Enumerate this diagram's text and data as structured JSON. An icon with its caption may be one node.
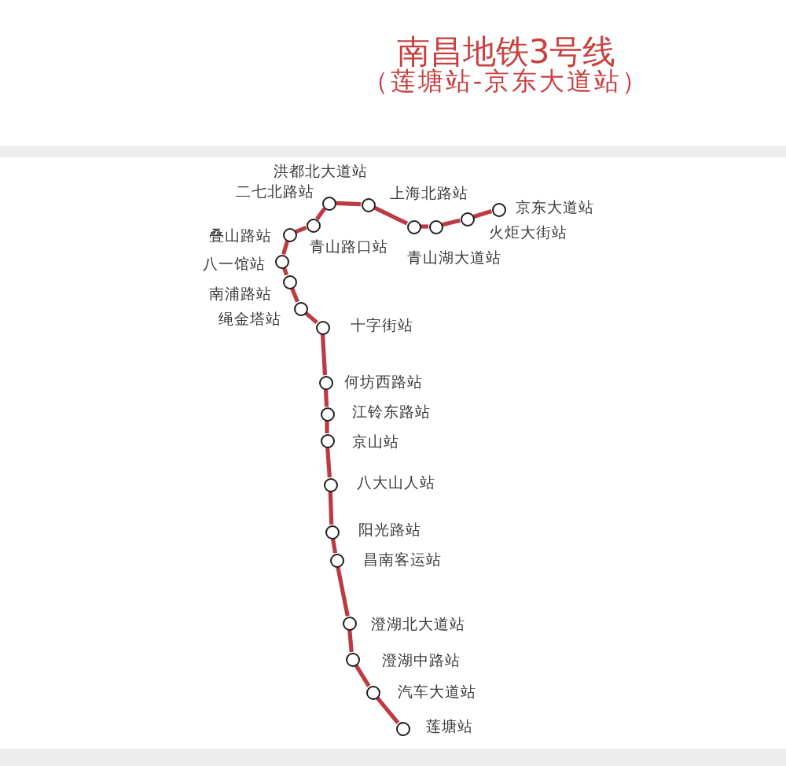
{
  "diagram": {
    "title": "南昌地铁3号线",
    "nodes": [
      {
        "text": [],
        "shape": "circle",
        "beside": [
          "京东大道站"
        ]
      },
      {
        "text": [],
        "shape": "circle",
        "beside": [
          "火炬大街站"
        ]
      },
      {
        "text": [],
        "shape": "circle",
        "beside": [
          "青山湖大道站"
        ]
      },
      {
        "text": [],
        "shape": "circle",
        "beside": [
          "上海北路站"
        ]
      },
      {
        "text": [],
        "shape": "circle",
        "beside": [
          "洪都北大道站"
        ]
      },
      {
        "text": [],
        "shape": "circle",
        "beside": [
          "二七北路站"
        ]
      },
      {
        "text": [],
        "shape": "circle",
        "beside": [
          "青山路口站"
        ]
      },
      {
        "text": [],
        "shape": "circle",
        "beside": [
          "叠山路站"
        ]
      },
      {
        "text": [],
        "shape": "circle",
        "beside": [
          "八一馆站"
        ]
      },
      {
        "text": [],
        "shape": "circle",
        "beside": [
          "南浦路站"
        ]
      },
      {
        "text": [],
        "shape": "circle",
        "beside": [
          "绳金塔站"
        ]
      },
      {
        "text": [],
        "shape": "circle",
        "beside": [
          "十字街站"
        ]
      },
      {
        "text": [],
        "shape": "circle",
        "beside": [
          "何坊西路站"
        ]
      },
      {
        "text": [],
        "shape": "circle",
        "beside": [
          "江铃东路站"
        ]
      },
      {
        "text": [],
        "shape": "circle",
        "beside": [
          "京山站"
        ]
      },
      {
        "text": [],
        "shape": "circle",
        "beside": [
          "八大山人站"
        ]
      },
      {
        "text": [],
        "shape": "circle",
        "beside": [
          "阳光路站"
        ]
      },
      {
        "text": [],
        "shape": "circle",
        "beside": [
          "昌南客运站"
        ]
      },
      {
        "text": [],
        "shape": "circle",
        "beside": [
          "澄湖北大道站"
        ]
      },
      {
        "text": [],
        "shape": "circle",
        "beside": [
          "澄湖中路站"
        ]
      },
      {
        "text": [],
        "shape": "circle",
        "beside": [
          "汽车大道站"
        ]
      },
      {
        "text": [],
        "shape": "circle",
        "beside": [
          "莲塘站"
        ]
      }
    ],
    "edges": [
      {
        "from": 0,
        "to": 1,
        "arrow": "none"
      },
      {
        "from": 1,
        "to": 2,
        "arrow": "none"
      },
      {
        "from": 2,
        "to": 3,
        "arrow": "none"
      },
      {
        "from": 3,
        "to": 4,
        "arrow": "none"
      },
      {
        "from": 4,
        "to": 5,
        "arrow": "none"
      },
      {
        "from": 5,
        "to": 6,
        "arrow": "none"
      },
      {
        "from": 6,
        "to": 7,
        "arrow": "none"
      },
      {
        "from": 7,
        "to": 8,
        "arrow": "none"
      },
      {
        "from": 8,
        "to": 9,
        "arrow": "none"
      },
      {
        "from": 9,
        "to": 10,
        "arrow": "none"
      },
      {
        "from": 10,
        "to": 11,
        "arrow": "none"
      },
      {
        "from": 11,
        "to": 12,
        "arrow": "none"
      },
      {
        "from": 12,
        "to": 13,
        "arrow": "none"
      },
      {
        "from": 13,
        "to": 14,
        "arrow": "none"
      },
      {
        "from": 14,
        "to": 15,
        "arrow": "none"
      },
      {
        "from": 15,
        "to": 16,
        "arrow": "none"
      },
      {
        "from": 16,
        "to": 17,
        "arrow": "none"
      },
      {
        "from": 17,
        "to": 18,
        "arrow": "none"
      },
      {
        "from": 18,
        "to": 19,
        "arrow": "none"
      },
      {
        "from": 19,
        "to": 20,
        "arrow": "none"
      },
      {
        "from": 20,
        "to": 21,
        "arrow": "none"
      }
    ],
    "labels": [
      "（莲塘站-京东大道站）"
    ]
  }
}
